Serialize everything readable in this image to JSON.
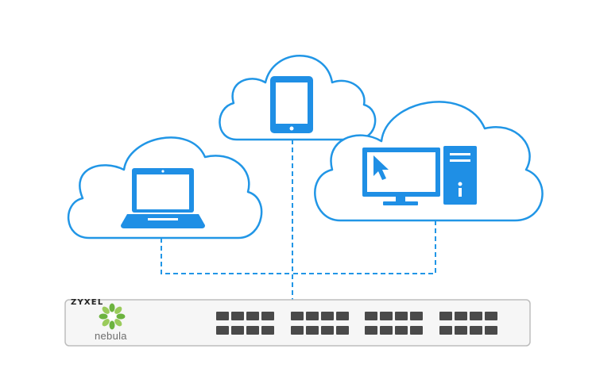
{
  "brand": "ZYXEL",
  "product_name": "nebula",
  "colors": {
    "cloud_stroke": "#2196e6",
    "device_fill": "#1f8fe5",
    "link_dash": "#2196e6",
    "switch_body": "#f6f6f6",
    "switch_border": "#bdbdbd",
    "port_fill": "#4a4a4a",
    "logo_green": "#6cb33f"
  },
  "devices": [
    {
      "name": "laptop",
      "icon": "laptop-icon"
    },
    {
      "name": "tablet",
      "icon": "tablet-icon"
    },
    {
      "name": "desktop",
      "icon": "desktop-computer-icon"
    }
  ],
  "switch": {
    "port_groups": 4,
    "ports_per_row": 4,
    "rows": 2
  }
}
